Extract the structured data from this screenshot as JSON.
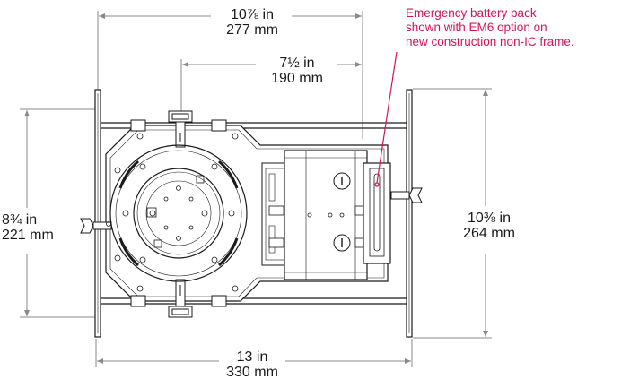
{
  "dimensions": {
    "top_width": {
      "imperial": "10⅞ in",
      "metric": "277 mm"
    },
    "inner_width": {
      "imperial": "7½ in",
      "metric": "190 mm"
    },
    "left_height": {
      "imperial": "8¾ in",
      "metric": "221 mm"
    },
    "right_height": {
      "imperial": "10⅜ in",
      "metric": "264 mm"
    },
    "bottom_width": {
      "imperial": "13 in",
      "metric": "330 mm"
    }
  },
  "callout": {
    "lines": [
      "Emergency battery pack",
      "shown with EM6 option on",
      "new construction non-IC frame."
    ],
    "color": "#d4145a"
  },
  "colors": {
    "line": "#1a1a1a",
    "dimension_line": "#8a8a8a",
    "accent": "#d4145a"
  }
}
